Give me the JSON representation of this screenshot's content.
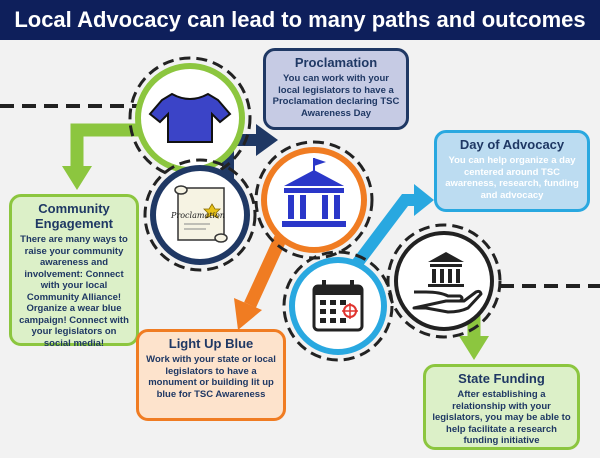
{
  "title": "Local Advocacy can lead to many paths and outcomes",
  "proclamation_scroll_text": "Proclamation",
  "boxes": {
    "proclamation": {
      "title": "Proclamation",
      "text": "You can work with your local legislators to have a Proclamation declaring TSC Awareness Day"
    },
    "day_of_advocacy": {
      "title": "Day of Advocacy",
      "text": "You can help organize a day centered around TSC awareness, research, funding and advocacy"
    },
    "community_engagement": {
      "title": "Community Engagement",
      "text": "There are many ways to raise your community awareness and involvement: Connect with your local Community Alliance! Organize a wear blue campaign! Connect with your legislators on social media!"
    },
    "light_up_blue": {
      "title": "Light Up Blue",
      "text": "Work with your state or local legislators to have a monument or building lit up blue for TSC Awareness"
    },
    "state_funding": {
      "title": "State Funding",
      "text": "After establishing a relationship with your legislators, you may be able to help facilitate a research funding initiative"
    }
  },
  "icons": [
    "tshirt-icon",
    "scroll-icon",
    "capitol-building-icon",
    "calendar-icon",
    "hand-bank-icon"
  ],
  "colors": {
    "banner": "#0e1f5b",
    "navy": "#1f3864",
    "lime": "#8cc63f",
    "orange": "#f07c22",
    "sky": "#29a8e0",
    "lavender": "#c6cbe4",
    "light_blue": "#bcdcf1",
    "pale_green": "#dcf0c8",
    "peach": "#fde3cc"
  }
}
